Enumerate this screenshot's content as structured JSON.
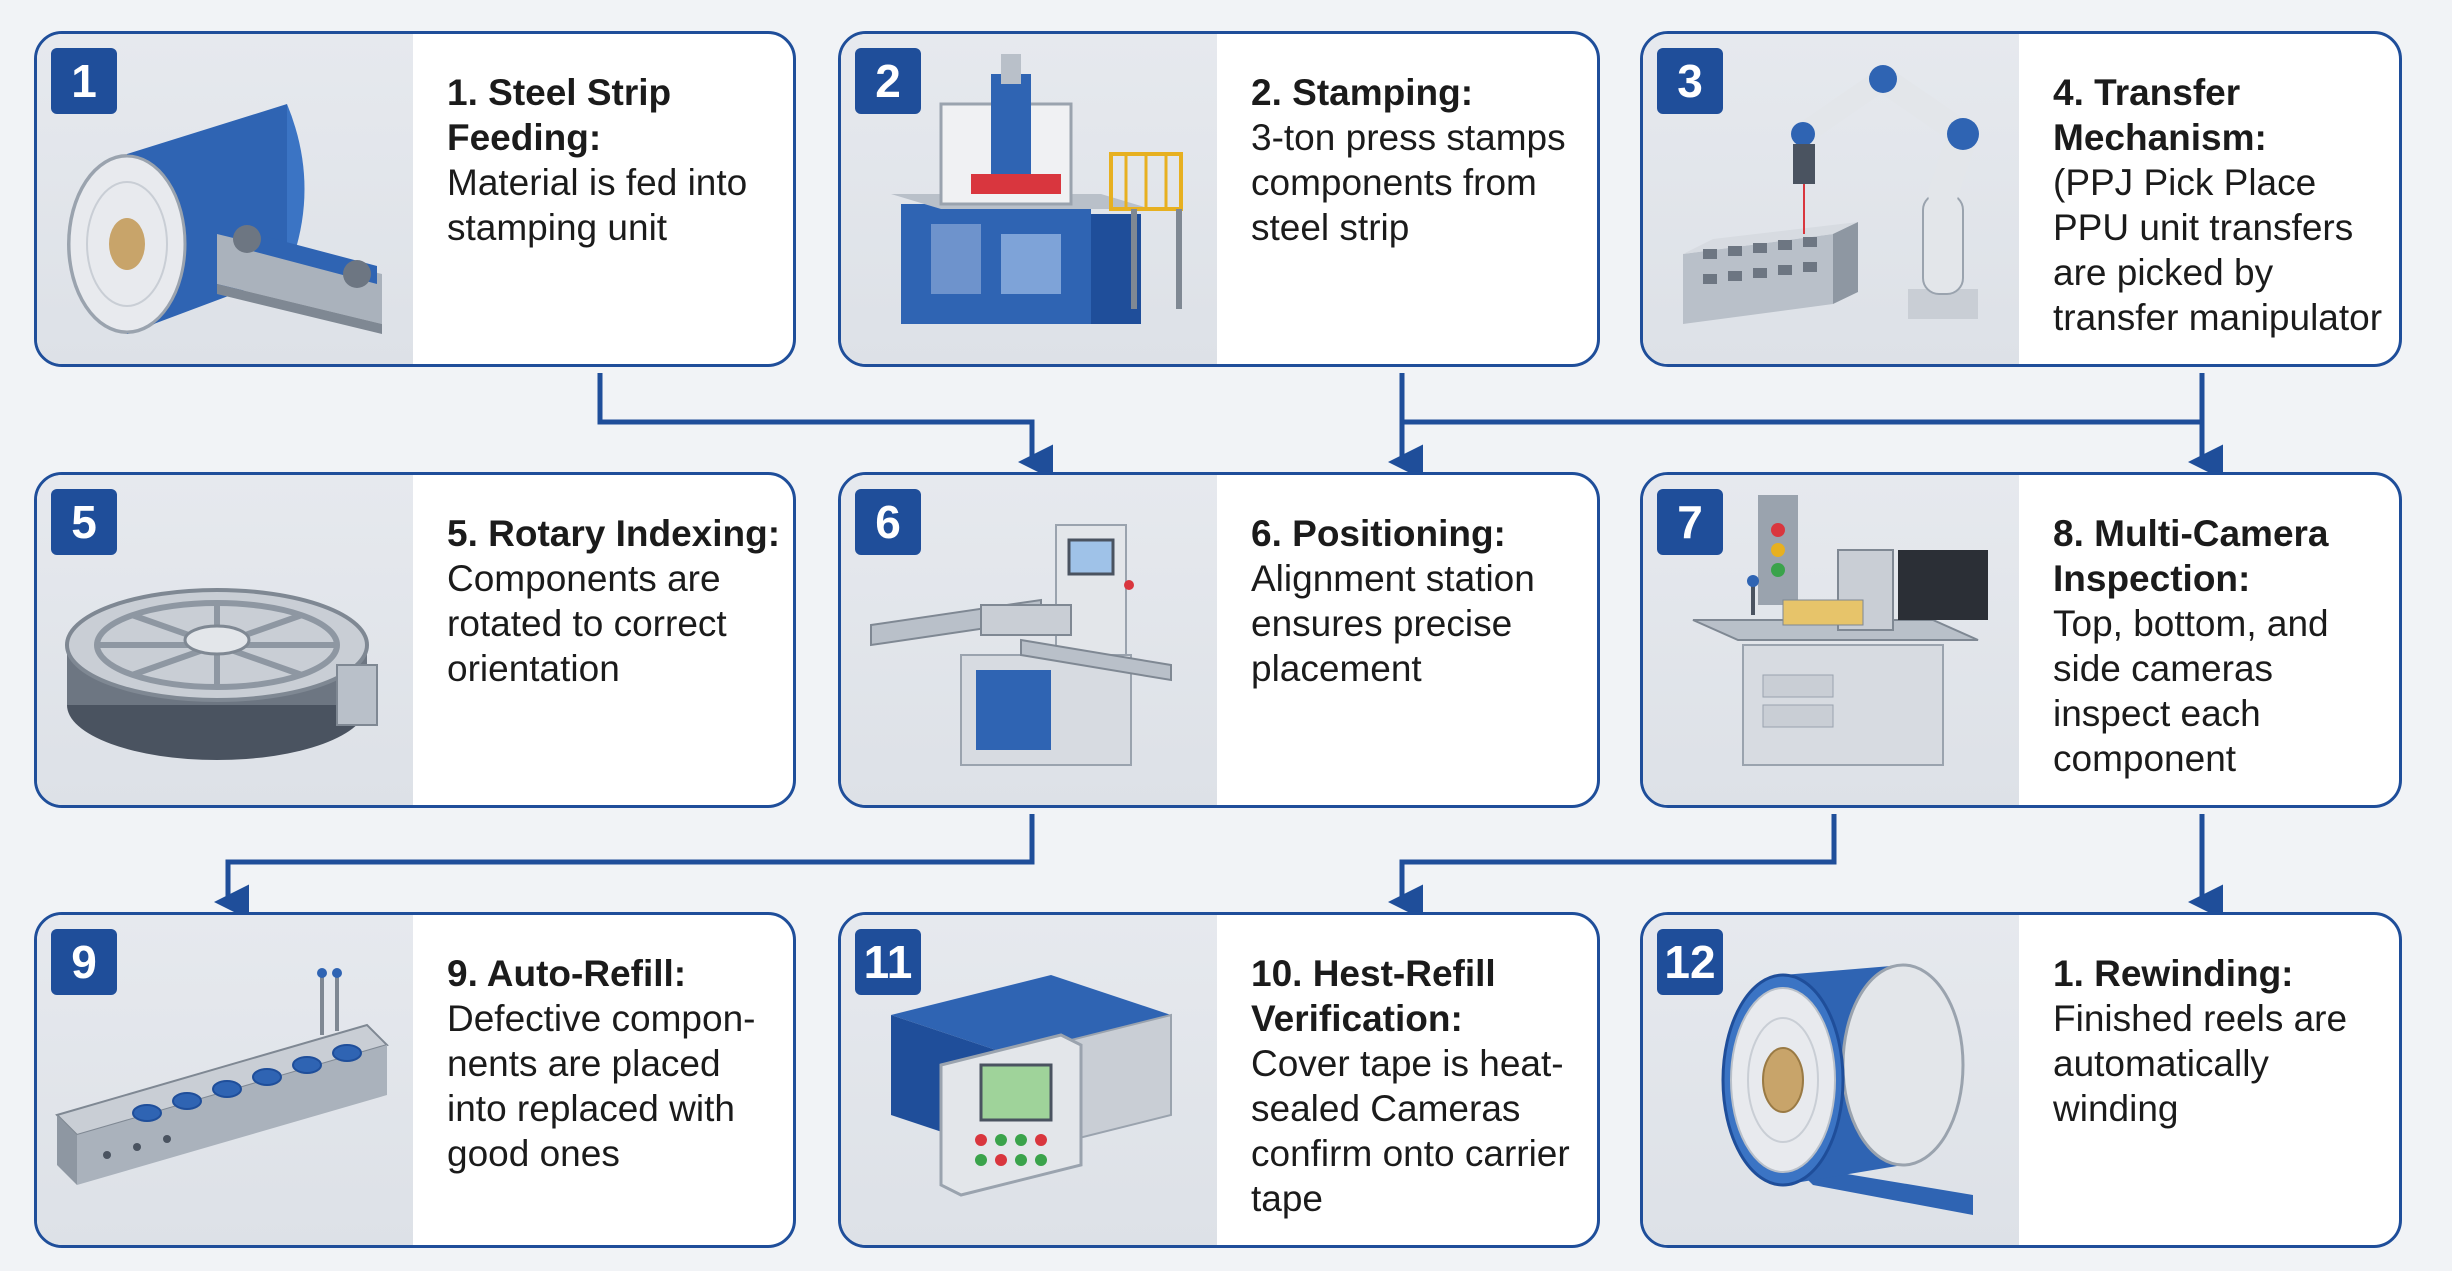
{
  "steps": [
    {
      "badge": "1",
      "title": "1. Steel Strip Feeding:",
      "desc": "Material is fed into stamping unit",
      "icon": "steel-coil-feeder-icon"
    },
    {
      "badge": "2",
      "title": "2. Stamping:",
      "desc": "3-ton press stamps components from steel strip",
      "icon": "stamping-press-icon"
    },
    {
      "badge": "3",
      "title": "4. Transfer Mechanism:",
      "desc": "(PPJ Pick Place PPU unit transfers are picked by transfer manipulator",
      "icon": "robot-arm-icon"
    },
    {
      "badge": "5",
      "title": "5. Rotary Indexing:",
      "desc": "Components are rotated to correct orientation",
      "icon": "rotary-table-icon"
    },
    {
      "badge": "6",
      "title": "6. Positioning:",
      "desc": "Alignment station ensures precise placement",
      "icon": "alignment-station-icon"
    },
    {
      "badge": "7",
      "title": "8. Multi-Camera Inspection:",
      "desc": "Top, bottom, and side cameras inspect each component",
      "icon": "camera-inspection-station-icon"
    },
    {
      "badge": "9",
      "title": "9. Auto-Refill:",
      "desc": "Defective compon-nents are placed into replaced with good ones",
      "icon": "carrier-tape-tray-icon"
    },
    {
      "badge": "11",
      "title": "10. Hest-Refill Verification:",
      "desc": "Cover tape is heat-sealed Cameras confirm onto carrier tape",
      "icon": "sealing-machine-icon"
    },
    {
      "badge": "12",
      "title": "1. Rewinding:",
      "desc": "Finished reels are automatically winding",
      "icon": "tape-reel-icon"
    }
  ],
  "colors": {
    "accent": "#1f4e9a",
    "arrow": "#1f4e9a",
    "card_border": "#1f4e9a",
    "machine_blue": "#2f64b3",
    "metal": "#b9c0c9"
  }
}
